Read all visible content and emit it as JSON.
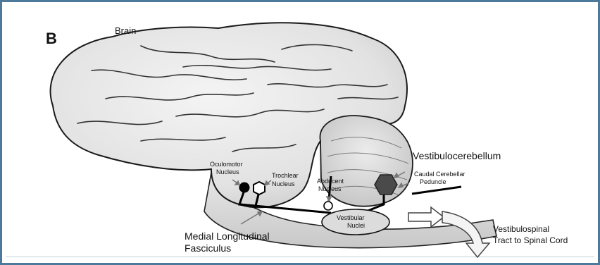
{
  "panel_letter": "B",
  "labels": {
    "brain": "Brain",
    "vestibulocerebellum": "Vestibulocerebellum",
    "caudal_peduncle_1": "Caudal Cerebellar",
    "caudal_peduncle_2": "Peduncle",
    "oculomotor_1": "Oculomotor",
    "oculomotor_2": "Nucleus",
    "trochlear_1": "Trochlear",
    "trochlear_2": "Nucleus",
    "abducent_1": "Abducent",
    "abducent_2": "Nucleus",
    "vestibular_1": "Vestibular",
    "vestibular_2": "Nuclei",
    "mlf_1": "Medial Longitudinal",
    "mlf_2": "Fasciculus",
    "vestibulospinal_1": "Vestibulospinal",
    "vestibulospinal_2": "Tract to Spinal Cord"
  }
}
